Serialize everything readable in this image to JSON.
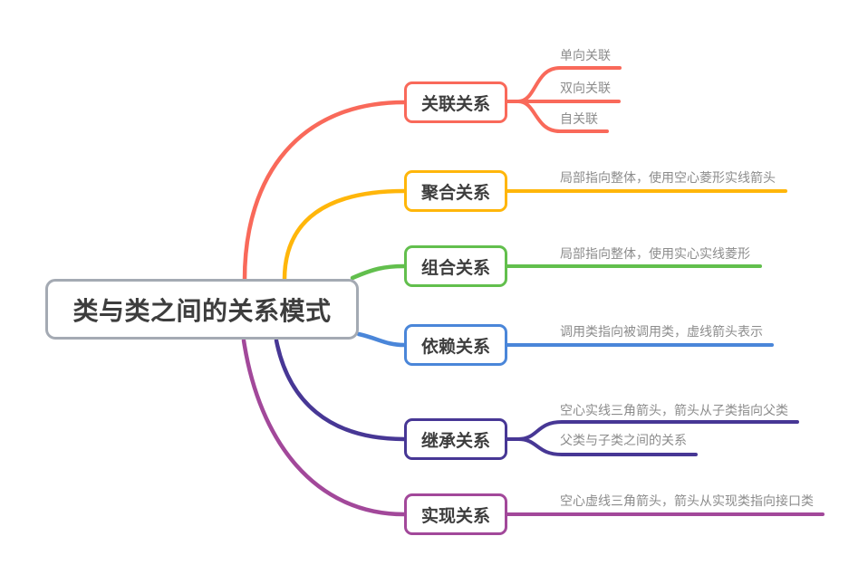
{
  "palette": {
    "background": "#FFFFFF",
    "root_border": "#A4AAB3",
    "topic_text": "#3D3D3D",
    "subtopic_text": "#8C8C8C"
  },
  "root": {
    "label": "类与类之间的关系模式"
  },
  "branches": [
    {
      "id": "association",
      "label": "关联关系",
      "color": "#F9695A",
      "children": [
        {
          "text": "单向关联"
        },
        {
          "text": "双向关联"
        },
        {
          "text": "自关联"
        }
      ]
    },
    {
      "id": "aggregation",
      "label": "聚合关系",
      "color": "#FFB60A",
      "children": [
        {
          "text": "局部指向整体，使用空心菱形实线箭头"
        }
      ]
    },
    {
      "id": "composition",
      "label": "组合关系",
      "color": "#62BF4D",
      "children": [
        {
          "text": "局部指向整体，使用实心实线菱形"
        }
      ]
    },
    {
      "id": "dependency",
      "label": "依赖关系",
      "color": "#4A86D9",
      "children": [
        {
          "text": "调用类指向被调用类，虚线箭头表示"
        }
      ]
    },
    {
      "id": "inheritance",
      "label": "继承关系",
      "color": "#473795",
      "children": [
        {
          "text": "空心实线三角箭头，箭头从子类指向父类"
        },
        {
          "text": "父类与子类之间的关系"
        }
      ]
    },
    {
      "id": "realization",
      "label": "实现关系",
      "color": "#A2489A",
      "children": [
        {
          "text": "空心虚线三角箭头，箭头从实现类指向接口类"
        }
      ]
    }
  ]
}
